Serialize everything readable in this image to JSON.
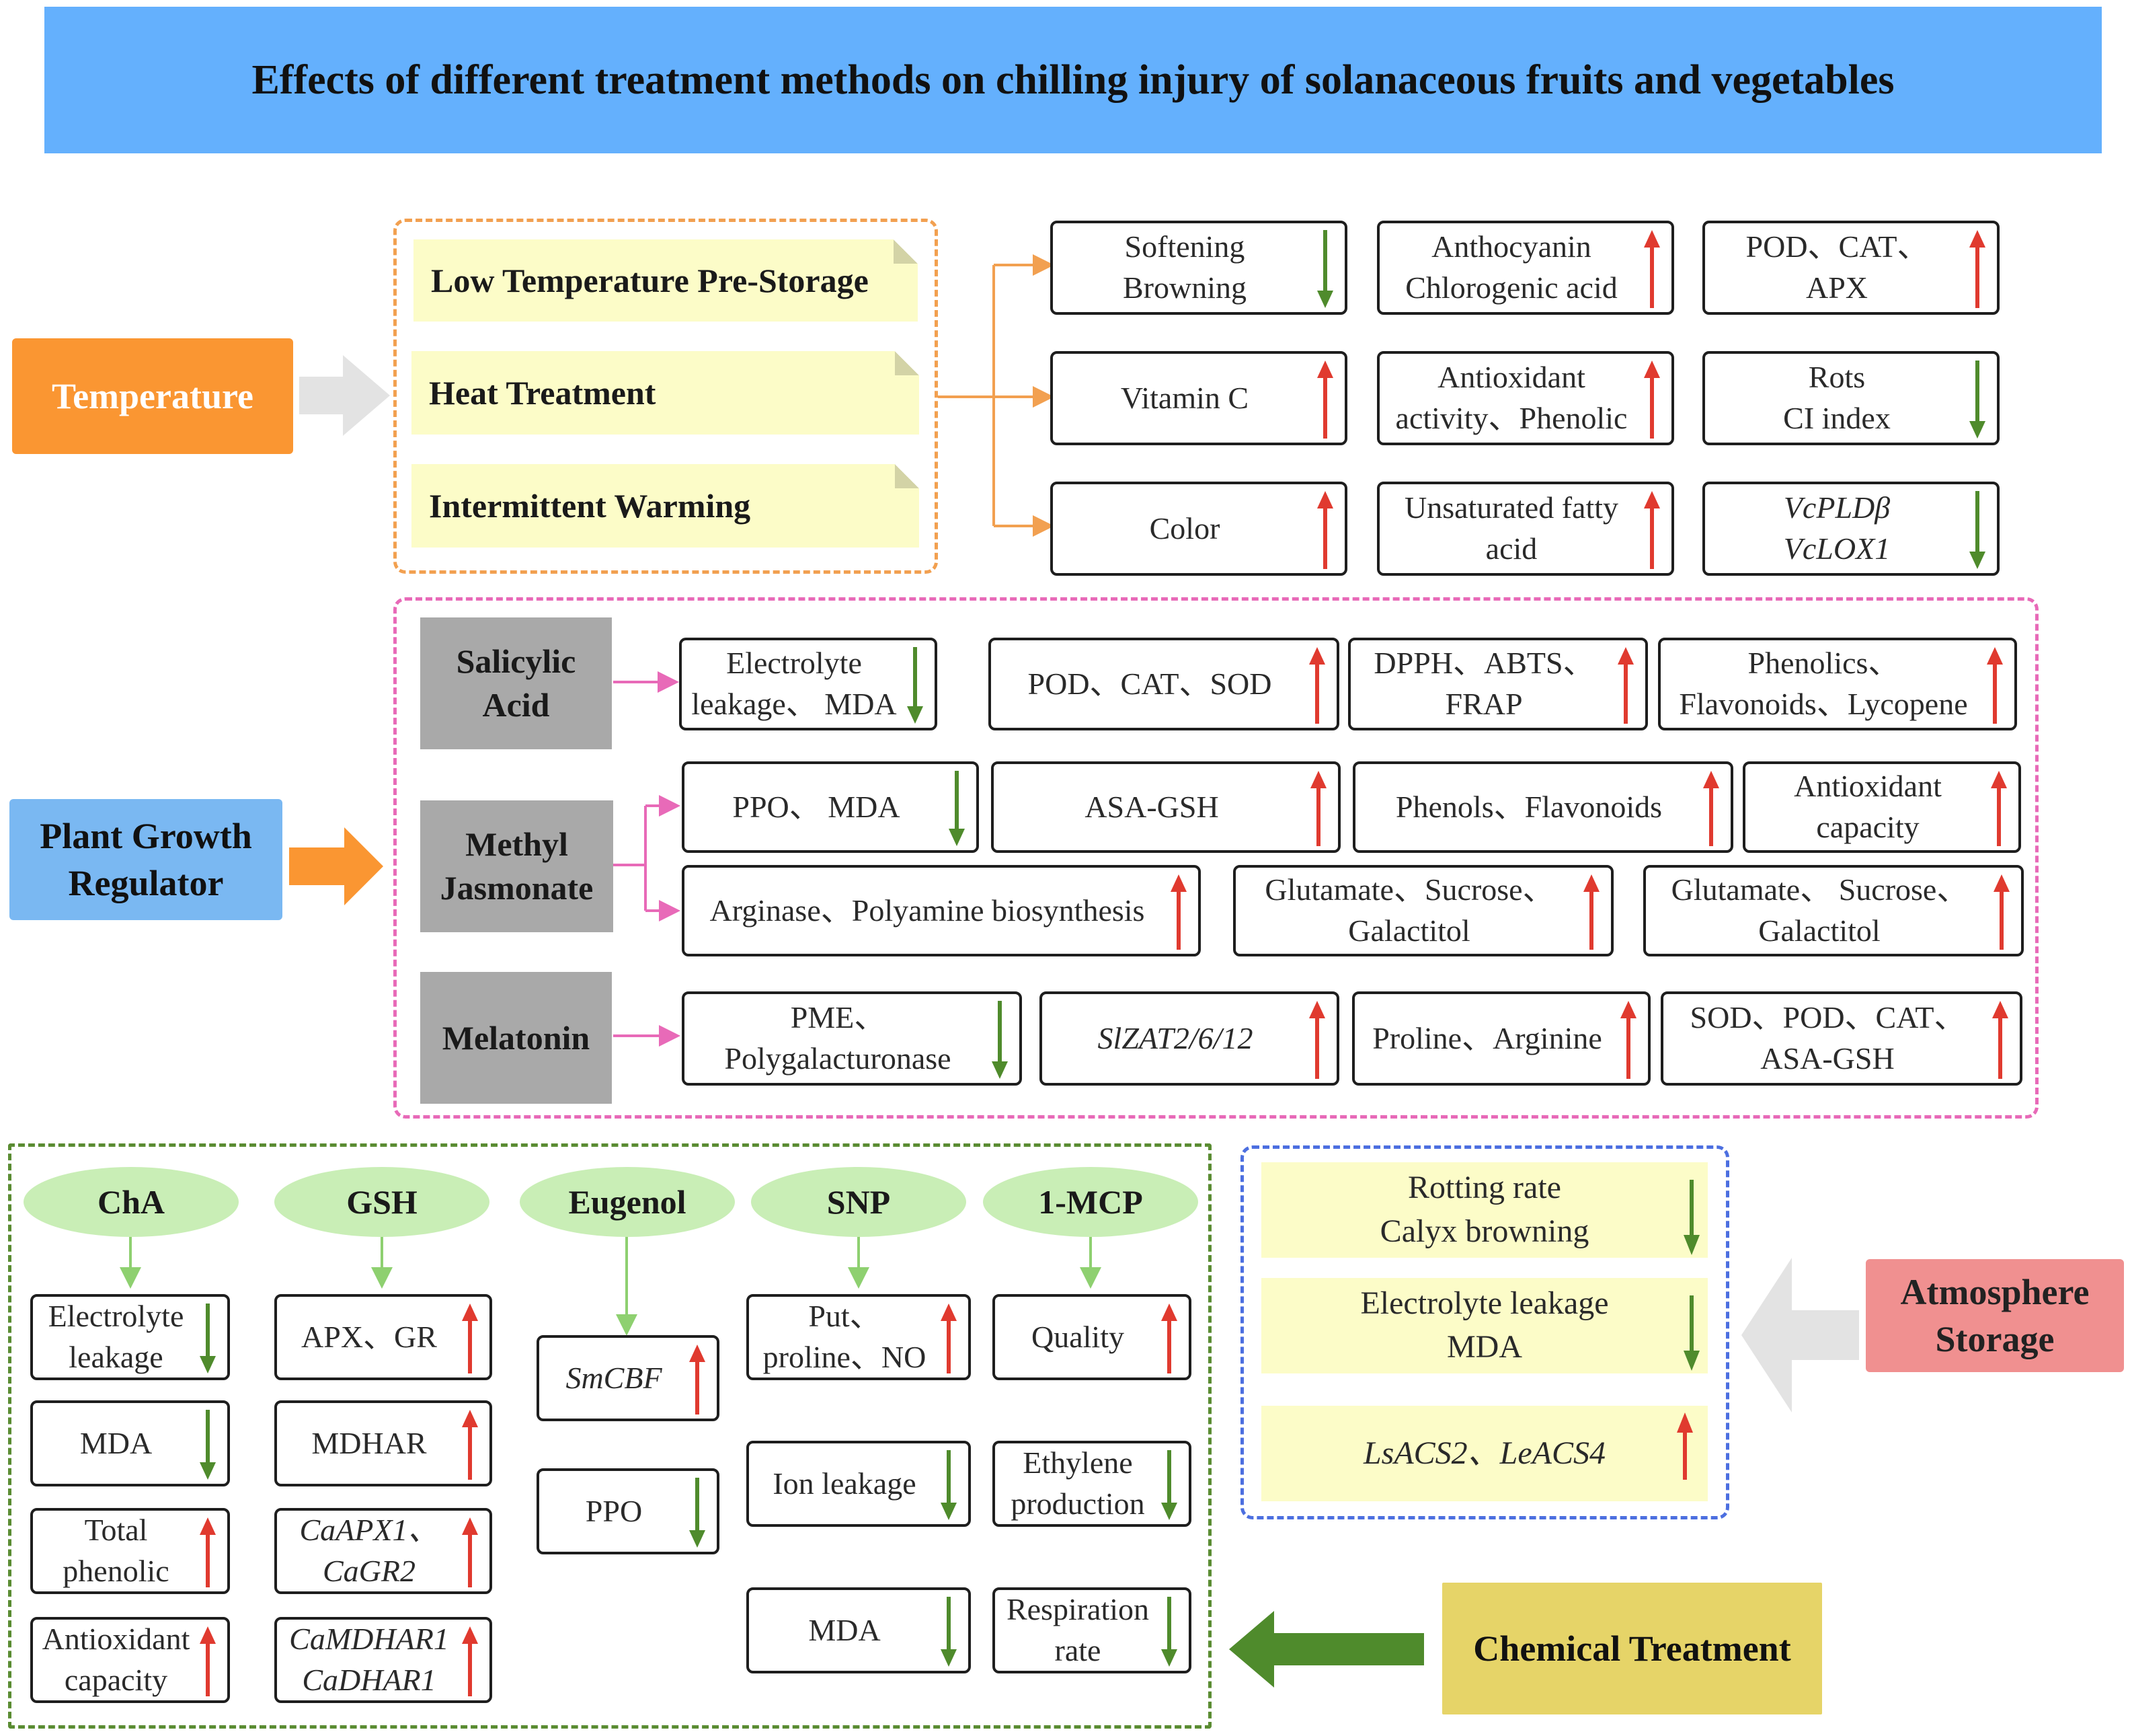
{
  "title": "Effects of different treatment methods on chilling injury of solanaceous fruits and vegetables",
  "temperature": {
    "label": "Temperature",
    "methods": [
      "Low Temperature Pre-Storage",
      "Heat Treatment",
      "Intermittent Warming"
    ],
    "effects": [
      {
        "lines": [
          "Softening",
          "Browning"
        ],
        "trend": "down"
      },
      {
        "lines": [
          "Anthocyanin",
          "Chlorogenic acid"
        ],
        "trend": "up"
      },
      {
        "lines": [
          "POD、CAT、",
          "APX"
        ],
        "trend": "up"
      },
      {
        "lines": [
          "Vitamin C"
        ],
        "trend": "up"
      },
      {
        "lines": [
          "Antioxidant",
          "activity、Phenolic"
        ],
        "trend": "up"
      },
      {
        "lines": [
          "Rots",
          "CI index"
        ],
        "trend": "down"
      },
      {
        "lines": [
          "Color"
        ],
        "trend": "up"
      },
      {
        "lines": [
          "Unsaturated fatty",
          "acid"
        ],
        "trend": "up"
      },
      {
        "lines": [
          "VcPLDβ",
          "VcLOX1"
        ],
        "trend": "down",
        "italic": true
      }
    ]
  },
  "plant_growth_regulator": {
    "label_lines": [
      "Plant Growth",
      "Regulator"
    ],
    "salicylic": {
      "label_lines": [
        "Salicylic",
        "Acid"
      ],
      "effects": [
        {
          "lines": [
            "Electrolyte",
            "leakage、 MDA"
          ],
          "trend": "down"
        },
        {
          "lines": [
            "POD、CAT、SOD"
          ],
          "trend": "up"
        },
        {
          "lines": [
            "DPPH、ABTS、",
            "FRAP"
          ],
          "trend": "up"
        },
        {
          "lines": [
            "Phenolics、",
            "Flavonoids、Lycopene"
          ],
          "trend": "up"
        }
      ]
    },
    "methyl": {
      "label_lines": [
        "Methyl",
        "Jasmonate"
      ],
      "effects_row1": [
        {
          "lines": [
            "PPO、 MDA"
          ],
          "trend": "down"
        },
        {
          "lines": [
            "ASA-GSH"
          ],
          "trend": "up"
        },
        {
          "lines": [
            "Phenols、Flavonoids"
          ],
          "trend": "up"
        },
        {
          "lines": [
            "Antioxidant",
            "capacity"
          ],
          "trend": "up"
        }
      ],
      "effects_row2": [
        {
          "lines": [
            "Arginase、Polyamine biosynthesis"
          ],
          "trend": "up"
        },
        {
          "lines": [
            "Glutamate、Sucrose、",
            "Galactitol"
          ],
          "trend": "up"
        },
        {
          "lines": [
            "Glutamate、 Sucrose、",
            "Galactitol"
          ],
          "trend": "up"
        }
      ]
    },
    "melatonin": {
      "label": "Melatonin",
      "effects": [
        {
          "lines": [
            "PME、",
            "Polygalacturonase"
          ],
          "trend": "down"
        },
        {
          "lines": [
            "SlZAT2/6/12"
          ],
          "trend": "up",
          "italic": true
        },
        {
          "lines": [
            "Proline、Arginine"
          ],
          "trend": "up"
        },
        {
          "lines": [
            "SOD、POD、CAT、",
            "ASA-GSH"
          ],
          "trend": "up"
        }
      ]
    }
  },
  "chemical": {
    "label": "Chemical Treatment",
    "groups": [
      {
        "name": "ChA",
        "effects": [
          {
            "lines": [
              "Electrolyte",
              "leakage"
            ],
            "trend": "down"
          },
          {
            "lines": [
              "MDA"
            ],
            "trend": "down"
          },
          {
            "lines": [
              "Total",
              "phenolic"
            ],
            "trend": "up"
          },
          {
            "lines": [
              "Antioxidant",
              "capacity"
            ],
            "trend": "up"
          }
        ]
      },
      {
        "name": "GSH",
        "effects": [
          {
            "lines": [
              "APX、GR"
            ],
            "trend": "up"
          },
          {
            "lines": [
              "MDHAR"
            ],
            "trend": "up"
          },
          {
            "lines": [
              "CaAPX1、",
              "CaGR2"
            ],
            "trend": "up",
            "italic": true
          },
          {
            "lines": [
              "CaMDHAR1",
              "CaDHAR1"
            ],
            "trend": "up",
            "italic": true
          }
        ]
      },
      {
        "name": "Eugenol",
        "effects": [
          {
            "lines": [
              "SmCBF"
            ],
            "trend": "up",
            "italic": true
          },
          {
            "lines": [
              "PPO"
            ],
            "trend": "down"
          }
        ]
      },
      {
        "name": "SNP",
        "effects": [
          {
            "lines": [
              "Put、",
              "proline、NO"
            ],
            "trend": "up"
          },
          {
            "lines": [
              "Ion leakage"
            ],
            "trend": "down"
          },
          {
            "lines": [
              "MDA"
            ],
            "trend": "down"
          }
        ]
      },
      {
        "name": "1-MCP",
        "effects": [
          {
            "lines": [
              "Quality"
            ],
            "trend": "up"
          },
          {
            "lines": [
              "Ethylene",
              "production"
            ],
            "trend": "down"
          },
          {
            "lines": [
              "Respiration",
              "rate"
            ],
            "trend": "down"
          }
        ]
      }
    ]
  },
  "atmosphere": {
    "label_lines": [
      "Atmosphere",
      "Storage"
    ],
    "effects": [
      {
        "lines": [
          "Rotting rate",
          "Calyx browning"
        ],
        "trend": "down"
      },
      {
        "lines": [
          "Electrolyte leakage",
          "MDA"
        ],
        "trend": "down"
      },
      {
        "lines": [
          "LsACS2、LeACS4"
        ],
        "trend": "up",
        "italic": true
      }
    ]
  },
  "colors": {
    "title_bg": "#64b0fd",
    "temperature": "#fa9632",
    "pgr": "#7ab8f2",
    "pgr_arrow": "#fa9632",
    "atmosphere": "#f09090",
    "chemical": "#e6d468",
    "chemical_arrow": "#4f8b2c",
    "up": "#e03a2f",
    "down": "#4f8b2c",
    "orange_dash": "#f2a050",
    "pink_dash": "#e86ab8",
    "green_dash": "#5a8c32",
    "blue_dash": "#4c6fe0",
    "oval": "#c9eeb6",
    "gray": "#a9a9a9",
    "note": "#fcfcc8"
  }
}
